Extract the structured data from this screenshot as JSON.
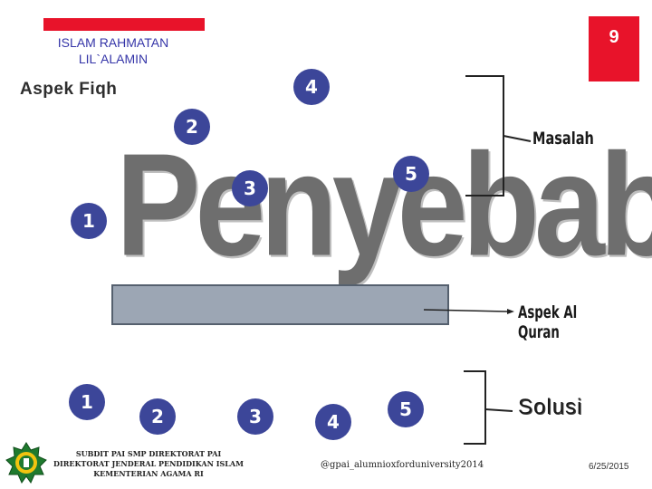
{
  "header": {
    "title_line1": "ISLAM RAHMATAN",
    "title_line2": "LIL`ALAMIN",
    "page_number": "9",
    "subtitle": "Aspek Fiqh"
  },
  "main": {
    "big_word": "Penyebab",
    "top_numbers": [
      "2",
      "4",
      "3",
      "5",
      "1"
    ],
    "bottom_numbers": [
      "1",
      "2",
      "3",
      "4",
      "5"
    ]
  },
  "labels": {
    "masalah": "Masalah",
    "aspek_quran": "Aspek Al Quran",
    "solusi": "Solusi"
  },
  "footer": {
    "line1": "SUBDIT PAI SMP DIREKTORAT PAI",
    "line2": "DIREKTORAT JENDERAL PENDIDIKAN ISLAM",
    "line3": "KEMENTERIAN AGAMA RI",
    "handle": "@gpai_alumnioxforduniversity2014",
    "date": "6/25/2015"
  },
  "colors": {
    "accent_red": "#e8132a",
    "circle_blue": "#3c4699",
    "bar_gray": "#9ca6b4"
  }
}
